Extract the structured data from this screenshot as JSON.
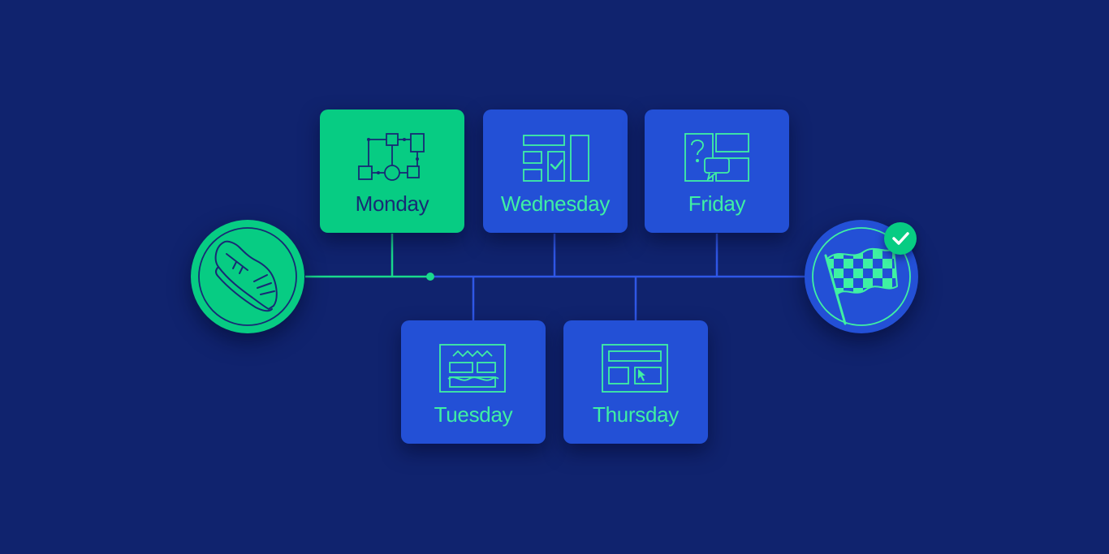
{
  "colors": {
    "background": "#10236e",
    "card_blue": "#2350d6",
    "card_green": "#07cc83",
    "line_blue": "#2f57e6",
    "line_green": "#19d98c",
    "icon_green": "#3ff0a3",
    "icon_dark": "#172a75"
  },
  "start": {
    "icon": "running-shoe-icon"
  },
  "finish": {
    "icon": "checkered-flag-icon",
    "badge_icon": "checkmark-icon"
  },
  "days": [
    {
      "label": "Monday",
      "icon": "flowchart-icon",
      "active": true
    },
    {
      "label": "Tuesday",
      "icon": "waveform-layout-icon",
      "active": false
    },
    {
      "label": "Wednesday",
      "icon": "layout-checkmark-icon",
      "active": false
    },
    {
      "label": "Thursday",
      "icon": "layout-cursor-icon",
      "active": false
    },
    {
      "label": "Friday",
      "icon": "question-feedback-icon",
      "active": false
    }
  ]
}
